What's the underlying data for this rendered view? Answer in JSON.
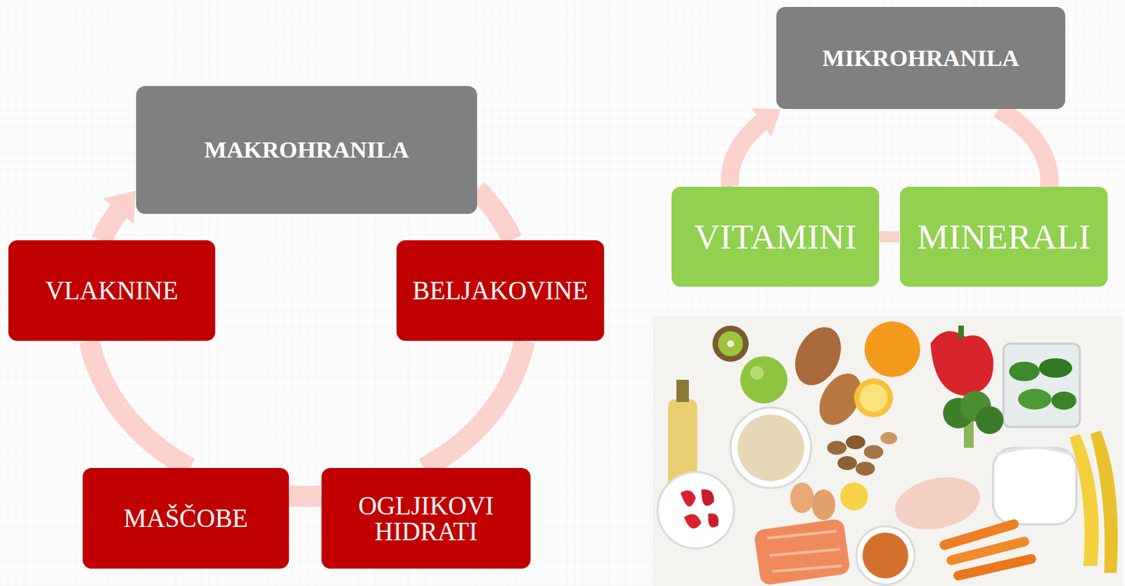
{
  "diagram": {
    "nodes": [
      {
        "text": [
          "MAKROHRANILA"
        ]
      },
      {
        "text": [
          "VLAKNINE"
        ]
      },
      {
        "text": [
          "BELJAKOVINE"
        ]
      },
      {
        "text": [
          "MAŠČOBE"
        ]
      },
      {
        "text": [
          "OGLJIKOVI HIDRATI"
        ]
      },
      {
        "text": [
          "MIKROHRANILA"
        ]
      },
      {
        "text": [
          "VITAMINI"
        ]
      },
      {
        "text": [
          "MINERALI"
        ]
      }
    ],
    "edges": [
      {
        "from": 0,
        "to": 2,
        "arrow": "none"
      },
      {
        "from": 2,
        "to": 4,
        "arrow": "none"
      },
      {
        "from": 4,
        "to": 3,
        "arrow": "none"
      },
      {
        "from": 3,
        "to": 1,
        "arrow": "none"
      },
      {
        "from": 1,
        "to": 0,
        "arrow": "to"
      },
      {
        "from": 6,
        "to": 5,
        "arrow": "to"
      },
      {
        "from": 5,
        "to": 7,
        "arrow": "none"
      },
      {
        "from": 6,
        "to": 7,
        "arrow": "none"
      }
    ]
  }
}
